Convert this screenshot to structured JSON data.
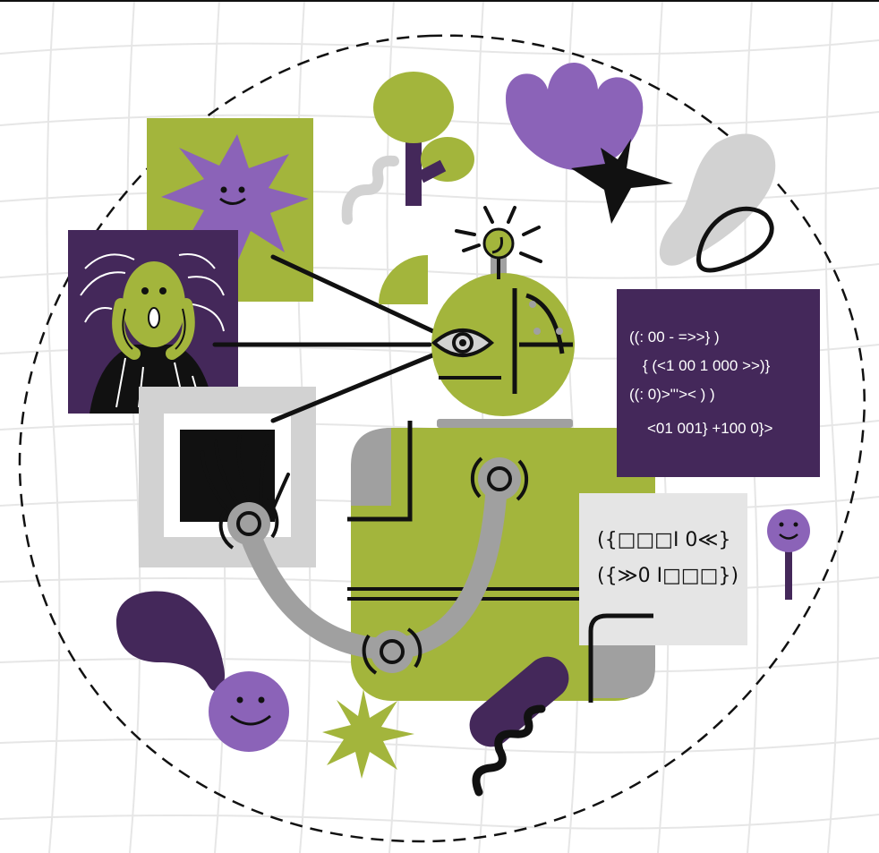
{
  "palette": {
    "green": "#a3b53c",
    "purple": "#8b63b8",
    "dark_purple": "#44285a",
    "gray": "#a0a0a0",
    "light_gray": "#d2d2d2",
    "black": "#111111",
    "grid": "#e6e6e6"
  },
  "code_panel": {
    "lines": [
      "((: 00 - =>>} )",
      "{ (<1 00 1 000 >>)}",
      "((: 0)>\"'>< ) )",
      "<01 001} +100 0}>"
    ]
  },
  "symbol_panel": {
    "lines": [
      "({□□□I 0≪}",
      "({≫0 I□□□})"
    ]
  },
  "illustration": {
    "subject": "robot-artist",
    "icons": [
      "smiling-star-icon",
      "scream-painting-icon",
      "black-square-painting-icon",
      "tree-icon",
      "flower-icon",
      "lightbulb-icon",
      "smiley-face-icon",
      "speech-bubble-icon",
      "sparkle-icon"
    ]
  }
}
